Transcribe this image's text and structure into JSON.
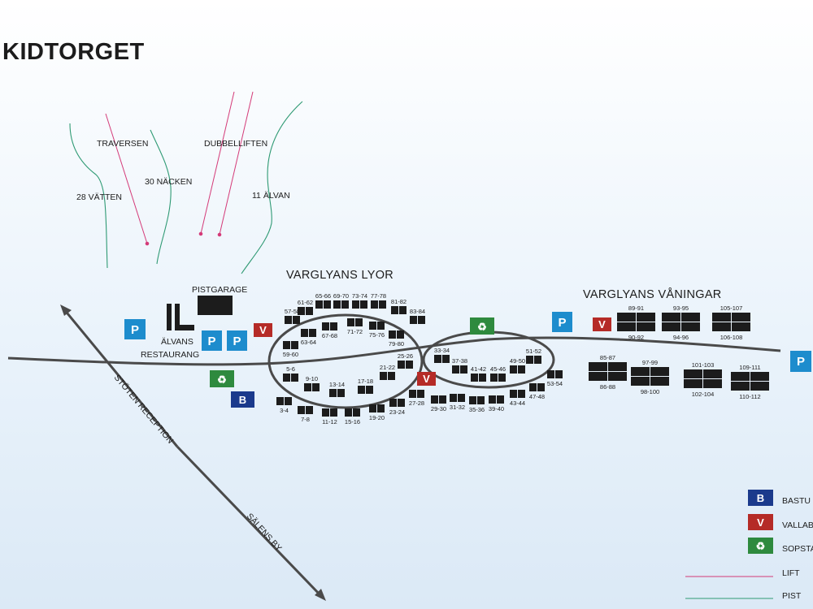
{
  "title": "KIDTORGET",
  "areas": {
    "lyor": "VARGLYANS LYOR",
    "vaningar": "VARGLYANS VÅNINGAR"
  },
  "pistes": {
    "vatten": "28 VÄTTEN",
    "nacken": "30 NÄCKEN",
    "alvan": "11 ÄLVAN"
  },
  "lifts": {
    "traversen": "TRAVERSEN",
    "dubbelliften": "DUBBELLIFTEN"
  },
  "buildings": {
    "pistgarage": "PISTGARAGE",
    "restaurang_1": "ÄLVANS",
    "restaurang_2": "RESTAURANG"
  },
  "roads": {
    "stoten": "STÖTEN RECEPTION",
    "salen": "SÄLENS BY"
  },
  "symbols": {
    "parking": "P",
    "vallabod": "V",
    "bastu": "B",
    "recycle": "♻"
  },
  "legend": [
    {
      "sym": "B",
      "label": "BASTU",
      "color": "#1b3a8c"
    },
    {
      "sym": "V",
      "label": "VALLAB",
      "color": "#b52b27"
    },
    {
      "sym": "♻",
      "label": "SOPSTA",
      "color": "#2e8a3e"
    },
    {
      "sym": "",
      "label": "LIFT",
      "color": "#d43a78"
    },
    {
      "sym": "",
      "label": "PIST",
      "color": "#2f9a74"
    }
  ],
  "colors": {
    "parking": "#1d8ccd",
    "vallabod": "#b52b27",
    "bastu": "#1b3a8c",
    "recycle": "#2e8a3e",
    "lift": "#d43a78",
    "pist": "#2f9a74",
    "road": "#4a4a4a"
  },
  "cabins": [
    "57-58",
    "61-62",
    "65-66",
    "69-70",
    "73-74",
    "77-78",
    "81-82",
    "83-84",
    "63-64",
    "67-68",
    "71-72",
    "75-76",
    "79-80",
    "59-60",
    "25-26",
    "21-22",
    "5-6",
    "9-10",
    "13-14",
    "17-18",
    "3-4",
    "7-8",
    "11-12",
    "15-16",
    "19-20",
    "23-24",
    "27-28",
    "33-34",
    "37-38",
    "41-42",
    "45-46",
    "49-50",
    "51-52",
    "53-54",
    "29-30",
    "31-32",
    "35-36",
    "39-40",
    "43-44",
    "47-48"
  ],
  "vaningar_units": [
    "89-91",
    "90-92",
    "93-95",
    "94-96",
    "105-107",
    "106-108",
    "85-87",
    "86-88",
    "97-99",
    "98-100",
    "101-103",
    "102-104",
    "109-111",
    "110-112"
  ]
}
